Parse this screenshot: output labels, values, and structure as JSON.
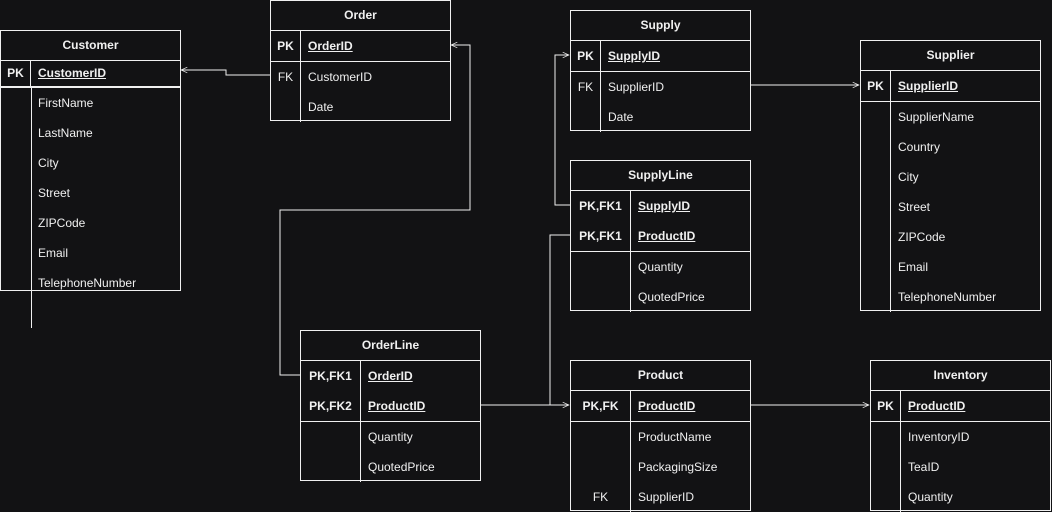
{
  "entities": {
    "customer": {
      "title": "Customer",
      "pk_rows": [
        {
          "key": "PK",
          "name": "CustomerID"
        }
      ],
      "rows": [
        {
          "key": "",
          "name": "FirstName"
        },
        {
          "key": "",
          "name": "LastName"
        },
        {
          "key": "",
          "name": "City"
        },
        {
          "key": "",
          "name": "Street"
        },
        {
          "key": "",
          "name": "ZIPCode"
        },
        {
          "key": "",
          "name": "Email"
        },
        {
          "key": "",
          "name": "TelephoneNumber"
        }
      ]
    },
    "order": {
      "title": "Order",
      "pk_rows": [
        {
          "key": "PK",
          "name": "OrderID"
        }
      ],
      "rows": [
        {
          "key": "FK",
          "name": "CustomerID"
        },
        {
          "key": "",
          "name": "Date"
        }
      ]
    },
    "supply": {
      "title": "Supply",
      "pk_rows": [
        {
          "key": "PK",
          "name": "SupplyID"
        }
      ],
      "rows": [
        {
          "key": "FK",
          "name": "SupplierID"
        },
        {
          "key": "",
          "name": "Date"
        }
      ]
    },
    "supplier": {
      "title": "Supplier",
      "pk_rows": [
        {
          "key": "PK",
          "name": "SupplierID"
        }
      ],
      "rows": [
        {
          "key": "",
          "name": "SupplierName"
        },
        {
          "key": "",
          "name": "Country"
        },
        {
          "key": "",
          "name": "City"
        },
        {
          "key": "",
          "name": "Street"
        },
        {
          "key": "",
          "name": "ZIPCode"
        },
        {
          "key": "",
          "name": "Email"
        },
        {
          "key": "",
          "name": "TelephoneNumber"
        }
      ]
    },
    "supplyline": {
      "title": "SupplyLine",
      "pk_rows": [
        {
          "key": "PK,FK1",
          "name": "SupplyID"
        },
        {
          "key": "PK,FK1",
          "name": "ProductID"
        }
      ],
      "rows": [
        {
          "key": "",
          "name": "Quantity"
        },
        {
          "key": "",
          "name": "QuotedPrice"
        }
      ]
    },
    "orderline": {
      "title": "OrderLine",
      "pk_rows": [
        {
          "key": "PK,FK1",
          "name": "OrderID"
        },
        {
          "key": "PK,FK2",
          "name": "ProductID"
        }
      ],
      "rows": [
        {
          "key": "",
          "name": "Quantity"
        },
        {
          "key": "",
          "name": "QuotedPrice"
        }
      ]
    },
    "product": {
      "title": "Product",
      "pk_rows": [
        {
          "key": "PK,FK",
          "name": "ProductID"
        }
      ],
      "rows": [
        {
          "key": "",
          "name": "ProductName"
        },
        {
          "key": "",
          "name": "PackagingSize"
        },
        {
          "key": "FK",
          "name": "SupplierID"
        }
      ]
    },
    "inventory": {
      "title": "Inventory",
      "pk_rows": [
        {
          "key": "PK",
          "name": "ProductID"
        }
      ],
      "rows": [
        {
          "key": "",
          "name": "InventoryID"
        },
        {
          "key": "",
          "name": "TeaID"
        },
        {
          "key": "",
          "name": "Quantity"
        }
      ]
    }
  },
  "colors": {
    "background": "#121214",
    "foreground": "#f0f0f0"
  }
}
